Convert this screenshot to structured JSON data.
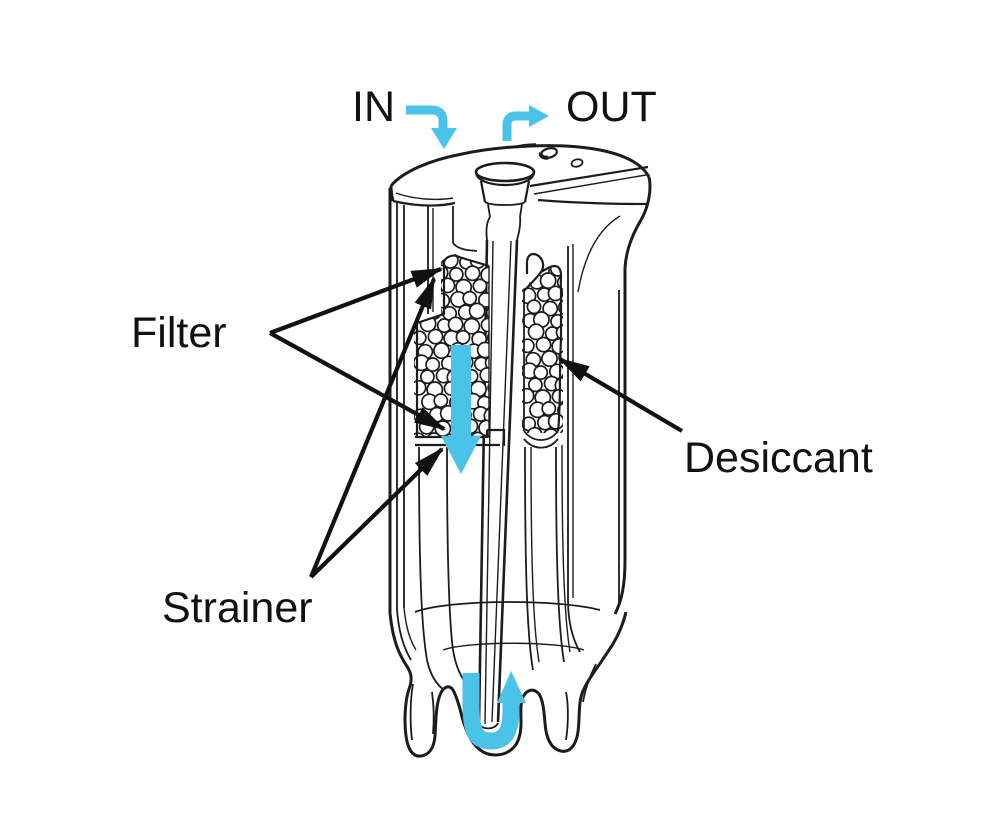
{
  "diagram": {
    "subject": "filter-drier canister cutaway",
    "labels": {
      "in": "IN",
      "out": "OUT",
      "filter": "Filter",
      "strainer": "Strainer",
      "desiccant": "Desiccant"
    },
    "colors": {
      "background": "#ffffff",
      "line": "#1c1c1c",
      "text": "#111111",
      "flow_arrow": "#4BC3E9"
    },
    "flow_arrows": [
      {
        "name": "in-flow-arrow",
        "direction": "right-then-down into top port"
      },
      {
        "name": "out-flow-arrow",
        "direction": "up-then-right out of top port"
      },
      {
        "name": "desiccant-down-flow-arrow",
        "direction": "straight down through desiccant"
      },
      {
        "name": "u-turn-flow-arrow",
        "direction": "u-turn at bottom pointing up into pickup tube"
      }
    ],
    "callouts": [
      {
        "label_key": "filter",
        "arrows": 2
      },
      {
        "label_key": "strainer",
        "arrows": 2
      },
      {
        "label_key": "desiccant",
        "arrows": 1
      }
    ]
  }
}
